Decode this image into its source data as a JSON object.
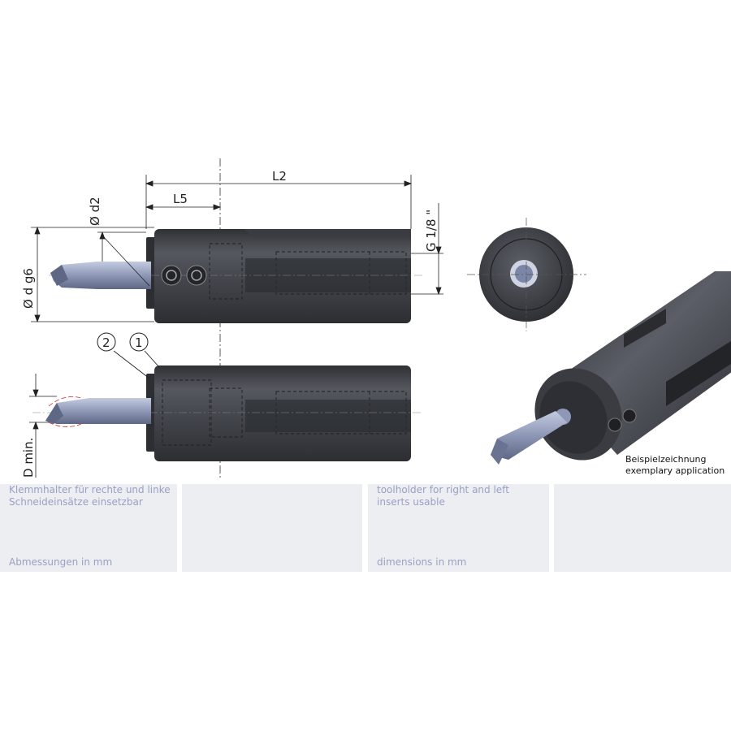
{
  "dimensions": {
    "l2": "L2",
    "l5": "L5",
    "d2": "Ø d2",
    "d_g6": "Ø  d g6",
    "g18": "G 1/8 \"",
    "d_min": "D min."
  },
  "callouts": {
    "one": "1",
    "two": "2"
  },
  "caption": {
    "line1": "Beispielzeichnung",
    "line2": "exemplary application"
  },
  "info": {
    "de_line1": "Klemmhalter für rechte und linke",
    "de_line2": "Schneideinsätze einsetzbar",
    "de_units": "Abmessungen in mm",
    "en_line1": "toolholder for right and left",
    "en_line2": "inserts usable",
    "en_units": "dimensions in mm"
  },
  "colors": {
    "body_dark": "#3b3d42",
    "body_light": "#5a5d64",
    "insert": "#8e98b6",
    "info_bg": "#eceef2",
    "info_text": "#9aa0c4"
  }
}
